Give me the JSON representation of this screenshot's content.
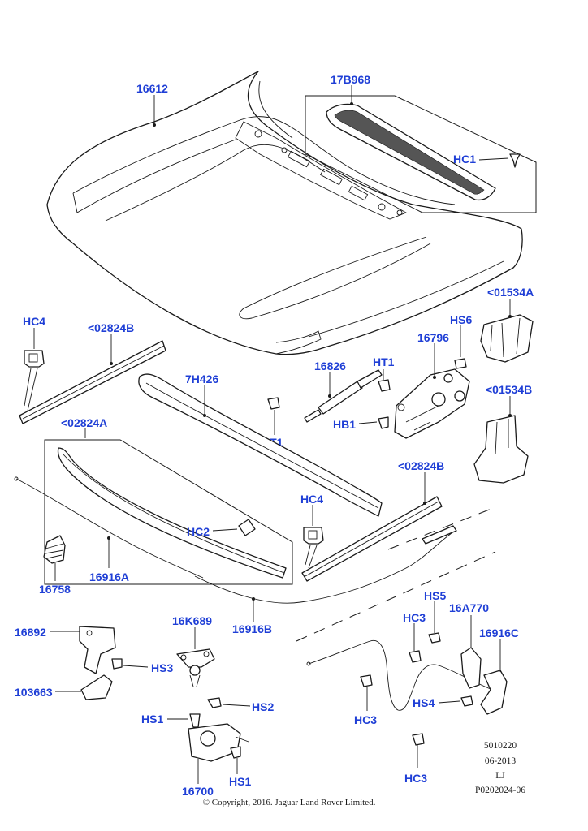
{
  "callouts": {
    "c16612": "16612",
    "c17B968": "17B968",
    "cHC1": "HC1",
    "c01534A": "<01534A",
    "cHC4a": "HC4",
    "c02824B_top": "<02824B",
    "cHS6": "HS6",
    "c16796": "16796",
    "c16826": "16826",
    "cHT1a": "HT1",
    "c7H426": "7H426",
    "c01534B": "<01534B",
    "cHB1": "HB1",
    "cHT1b": "HT1",
    "c02824A": "<02824A",
    "c02824B_right": "<02824B",
    "cHC4b": "HC4",
    "cHC2": "HC2",
    "c16758": "16758",
    "c16916A": "16916A",
    "cHS5": "HS5",
    "c16A770": "16A770",
    "cHC3a": "HC3",
    "c16916C": "16916C",
    "c16892": "16892",
    "c16K689": "16K689",
    "c16916B": "16916B",
    "cHS3": "HS3",
    "c103663": "103663",
    "cHS2": "HS2",
    "cHS1a": "HS1",
    "cHS1b": "HS1",
    "cHS4": "HS4",
    "cHC3b": "HC3",
    "cHC3c": "HC3",
    "c16700": "16700"
  },
  "meta": {
    "code": "5010220",
    "date": "06-2013",
    "initials": "LJ",
    "ref": "P0202024-06"
  },
  "copyright": "© Copyright, 2016. Jaguar Land Rover Limited."
}
